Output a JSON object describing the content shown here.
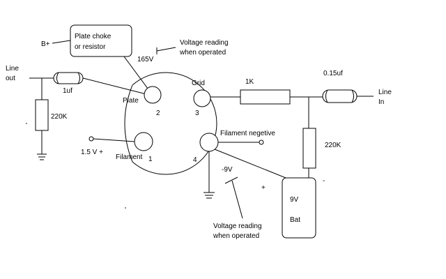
{
  "labels": {
    "b_plus": "B+",
    "plate_choke_line1": "Plate choke",
    "plate_choke_line2": "or resistor",
    "plate_voltage": "165V",
    "voltage_reading_top_line1": "Voltage reading",
    "voltage_reading_top_line2": "when operated",
    "line_out_line1": "Line",
    "line_out_line2": "out",
    "cap_out": "1uf",
    "resistor_out": "220K",
    "plate": "Plate",
    "pin2": "2",
    "grid": "Grid",
    "pin3": "3",
    "resistor_grid": "1K",
    "cap_in": "0.15uf",
    "line_in_line1": "Line",
    "line_in_line2": "In",
    "filament_neg": "Filament  negetive",
    "filament_supply": "1.5 V +",
    "filament": "Filament",
    "pin1": "1",
    "pin4": "4",
    "grid_bias_voltage": "-9V",
    "resistor_in": "220K",
    "battery_plus": "+",
    "battery_minus": "-",
    "battery_line1": "9V",
    "battery_line2": "Bat",
    "voltage_reading_bottom_line1": "Voltage reading",
    "voltage_reading_bottom_line2": "when operated"
  },
  "colors": {
    "ink": "#000000",
    "background": "#ffffff"
  }
}
